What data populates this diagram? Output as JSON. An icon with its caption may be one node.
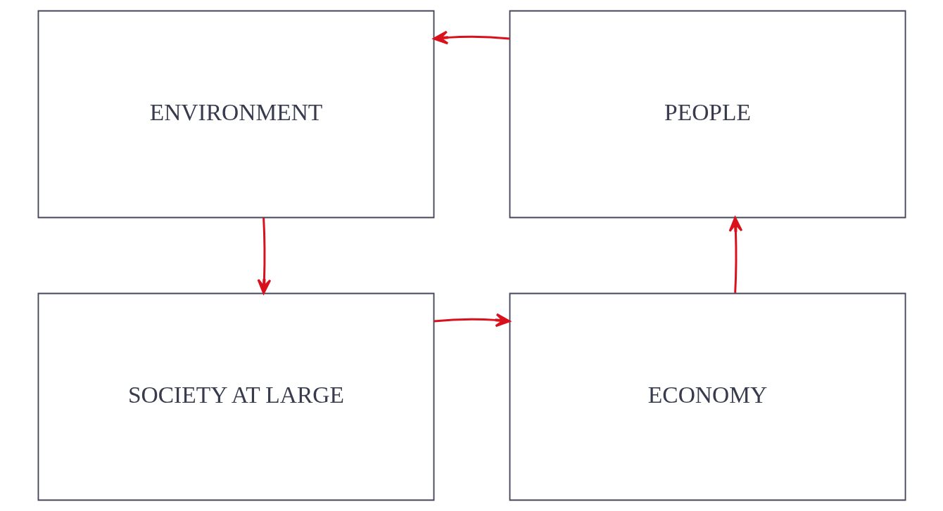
{
  "diagram": {
    "nodes": [
      {
        "text": [
          "ENVIRONMENT"
        ]
      },
      {
        "text": [
          "PEOPLE"
        ]
      },
      {
        "text": [
          "SOCIETY AT LARGE"
        ]
      },
      {
        "text": [
          "ECONOMY"
        ]
      }
    ],
    "edges": [
      {
        "from": 1,
        "to": 0,
        "arrow": "to",
        "color": "#d9111c"
      },
      {
        "from": 0,
        "to": 2,
        "arrow": "to",
        "color": "#d9111c"
      },
      {
        "from": 2,
        "to": 3,
        "arrow": "to",
        "color": "#d9111c"
      },
      {
        "from": 3,
        "to": 1,
        "arrow": "to",
        "color": "#d9111c"
      }
    ]
  }
}
